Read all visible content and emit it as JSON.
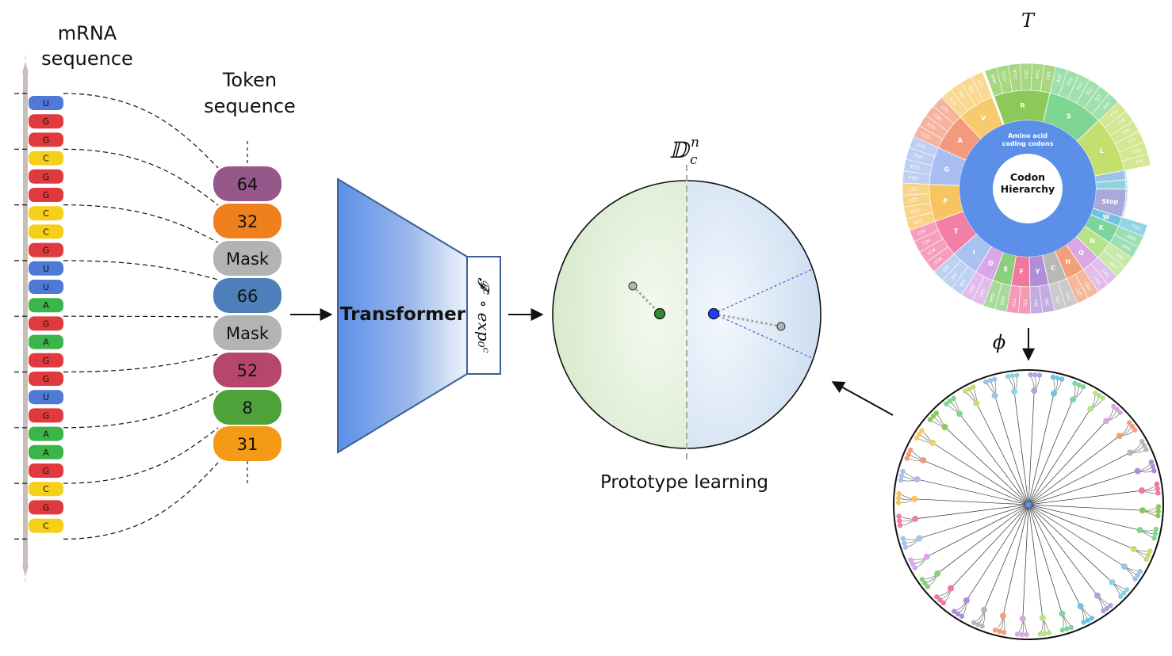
{
  "labels": {
    "mrna_line1": "mRNA",
    "mrna_line2": "sequence",
    "token_line1": "Token",
    "token_line2": "sequence",
    "transformer": "Transformer",
    "head_formula": "𝓕ᶜ ∘ exp₀ᶜ",
    "disk_symbol": "𝔻",
    "disk_sub": "c",
    "disk_sup": "n",
    "prototype": "Prototype learning",
    "tree_symbol": "T",
    "phi_symbol": "ϕ"
  },
  "colors": {
    "U": "#4e79d6",
    "G": "#e03a3e",
    "C": "#f5cf1a",
    "A": "#3bb54a",
    "transformer_dark": "#5b8fe8",
    "hierarchy_center": "#5b8fe8"
  },
  "mrna": [
    "U",
    "G",
    "G",
    "C",
    "G",
    "G",
    "C",
    "C",
    "G",
    "U",
    "U",
    "A",
    "G",
    "A",
    "G",
    "G",
    "U",
    "G",
    "A",
    "A",
    "G",
    "C",
    "G",
    "C"
  ],
  "tokens": [
    {
      "text": "64",
      "color": "#96578a"
    },
    {
      "text": "32",
      "color": "#f07f1e"
    },
    {
      "text": "Mask",
      "color": "#b3b3b3"
    },
    {
      "text": "66",
      "color": "#4f7fb8"
    },
    {
      "text": "Mask",
      "color": "#b3b3b3"
    },
    {
      "text": "52",
      "color": "#b5476b"
    },
    {
      "text": "8",
      "color": "#4fa23a"
    },
    {
      "text": "31",
      "color": "#f39b17"
    }
  ],
  "sunburst": {
    "center_line1": "Codon",
    "center_line2": "Hierarchy",
    "ring_line1": "Amino acid",
    "ring_line2": "coding codons",
    "amino_acids": [
      {
        "name": "R",
        "color": "#8bc95a",
        "codons": [
          "AGA",
          "CGG",
          "CGA",
          "CGC",
          "AGG",
          "CGT"
        ]
      },
      {
        "name": "S",
        "color": "#7fd692",
        "codons": [
          "AGT",
          "TCG",
          "TCA",
          "TCC",
          "TCT",
          "AGC"
        ]
      },
      {
        "name": "L",
        "color": "#c5df6e",
        "codons": [
          "CTG",
          "CTA",
          "CTC",
          "CTT",
          "TTG",
          "TTA"
        ]
      },
      {
        "name": "",
        "color": "#9cc4e8",
        "codons": [
          "ATG"
        ]
      },
      {
        "name": "",
        "color": "#8fd3e0",
        "codons": [
          "TGG"
        ]
      },
      {
        "name": "Stop",
        "color": "#a9a9d9",
        "codons": [
          "TAG",
          "TAA",
          "TGA"
        ]
      },
      {
        "name": "W",
        "color": "#6fc4e0",
        "codons": [
          "TGG"
        ]
      },
      {
        "name": "K",
        "color": "#7ed49b",
        "codons": [
          "AAG",
          "AAA"
        ]
      },
      {
        "name": "N",
        "color": "#b5e28a",
        "codons": [
          "AAC",
          "AAT"
        ]
      },
      {
        "name": "Q",
        "color": "#d8a7e4",
        "codons": [
          "CAG",
          "CAA"
        ]
      },
      {
        "name": "H",
        "color": "#f2a07a",
        "codons": [
          "CAC",
          "CAT"
        ]
      },
      {
        "name": "C",
        "color": "#b8b8b8",
        "codons": [
          "TGC",
          "TGT"
        ]
      },
      {
        "name": "Y",
        "color": "#b08fd8",
        "codons": [
          "TAC",
          "TAT"
        ]
      },
      {
        "name": "F",
        "color": "#f1789c",
        "codons": [
          "TTC",
          "TTT"
        ]
      },
      {
        "name": "E",
        "color": "#8cce79",
        "codons": [
          "GAG",
          "GAA"
        ]
      },
      {
        "name": "D",
        "color": "#d9a6e8",
        "codons": [
          "GAC",
          "GAT"
        ]
      },
      {
        "name": "I",
        "color": "#a9c2ef",
        "codons": [
          "ATA",
          "ATC",
          "ATT"
        ]
      },
      {
        "name": "T",
        "color": "#f17fa6",
        "codons": [
          "ACG",
          "ACA",
          "ACC",
          "ACT"
        ]
      },
      {
        "name": "P",
        "color": "#f7c55f",
        "codons": [
          "CCG",
          "CCA",
          "CCC",
          "CCT"
        ]
      },
      {
        "name": "G",
        "color": "#a8bdf0",
        "codons": [
          "GGG",
          "GGA",
          "GGC",
          "GGT"
        ]
      },
      {
        "name": "A",
        "color": "#f39a7d",
        "codons": [
          "GCG",
          "GCA",
          "GCC",
          "GCT"
        ]
      },
      {
        "name": "V",
        "color": "#f7cb6b",
        "codons": [
          "GTG",
          "GTA",
          "GTC",
          "GTT"
        ]
      }
    ]
  }
}
